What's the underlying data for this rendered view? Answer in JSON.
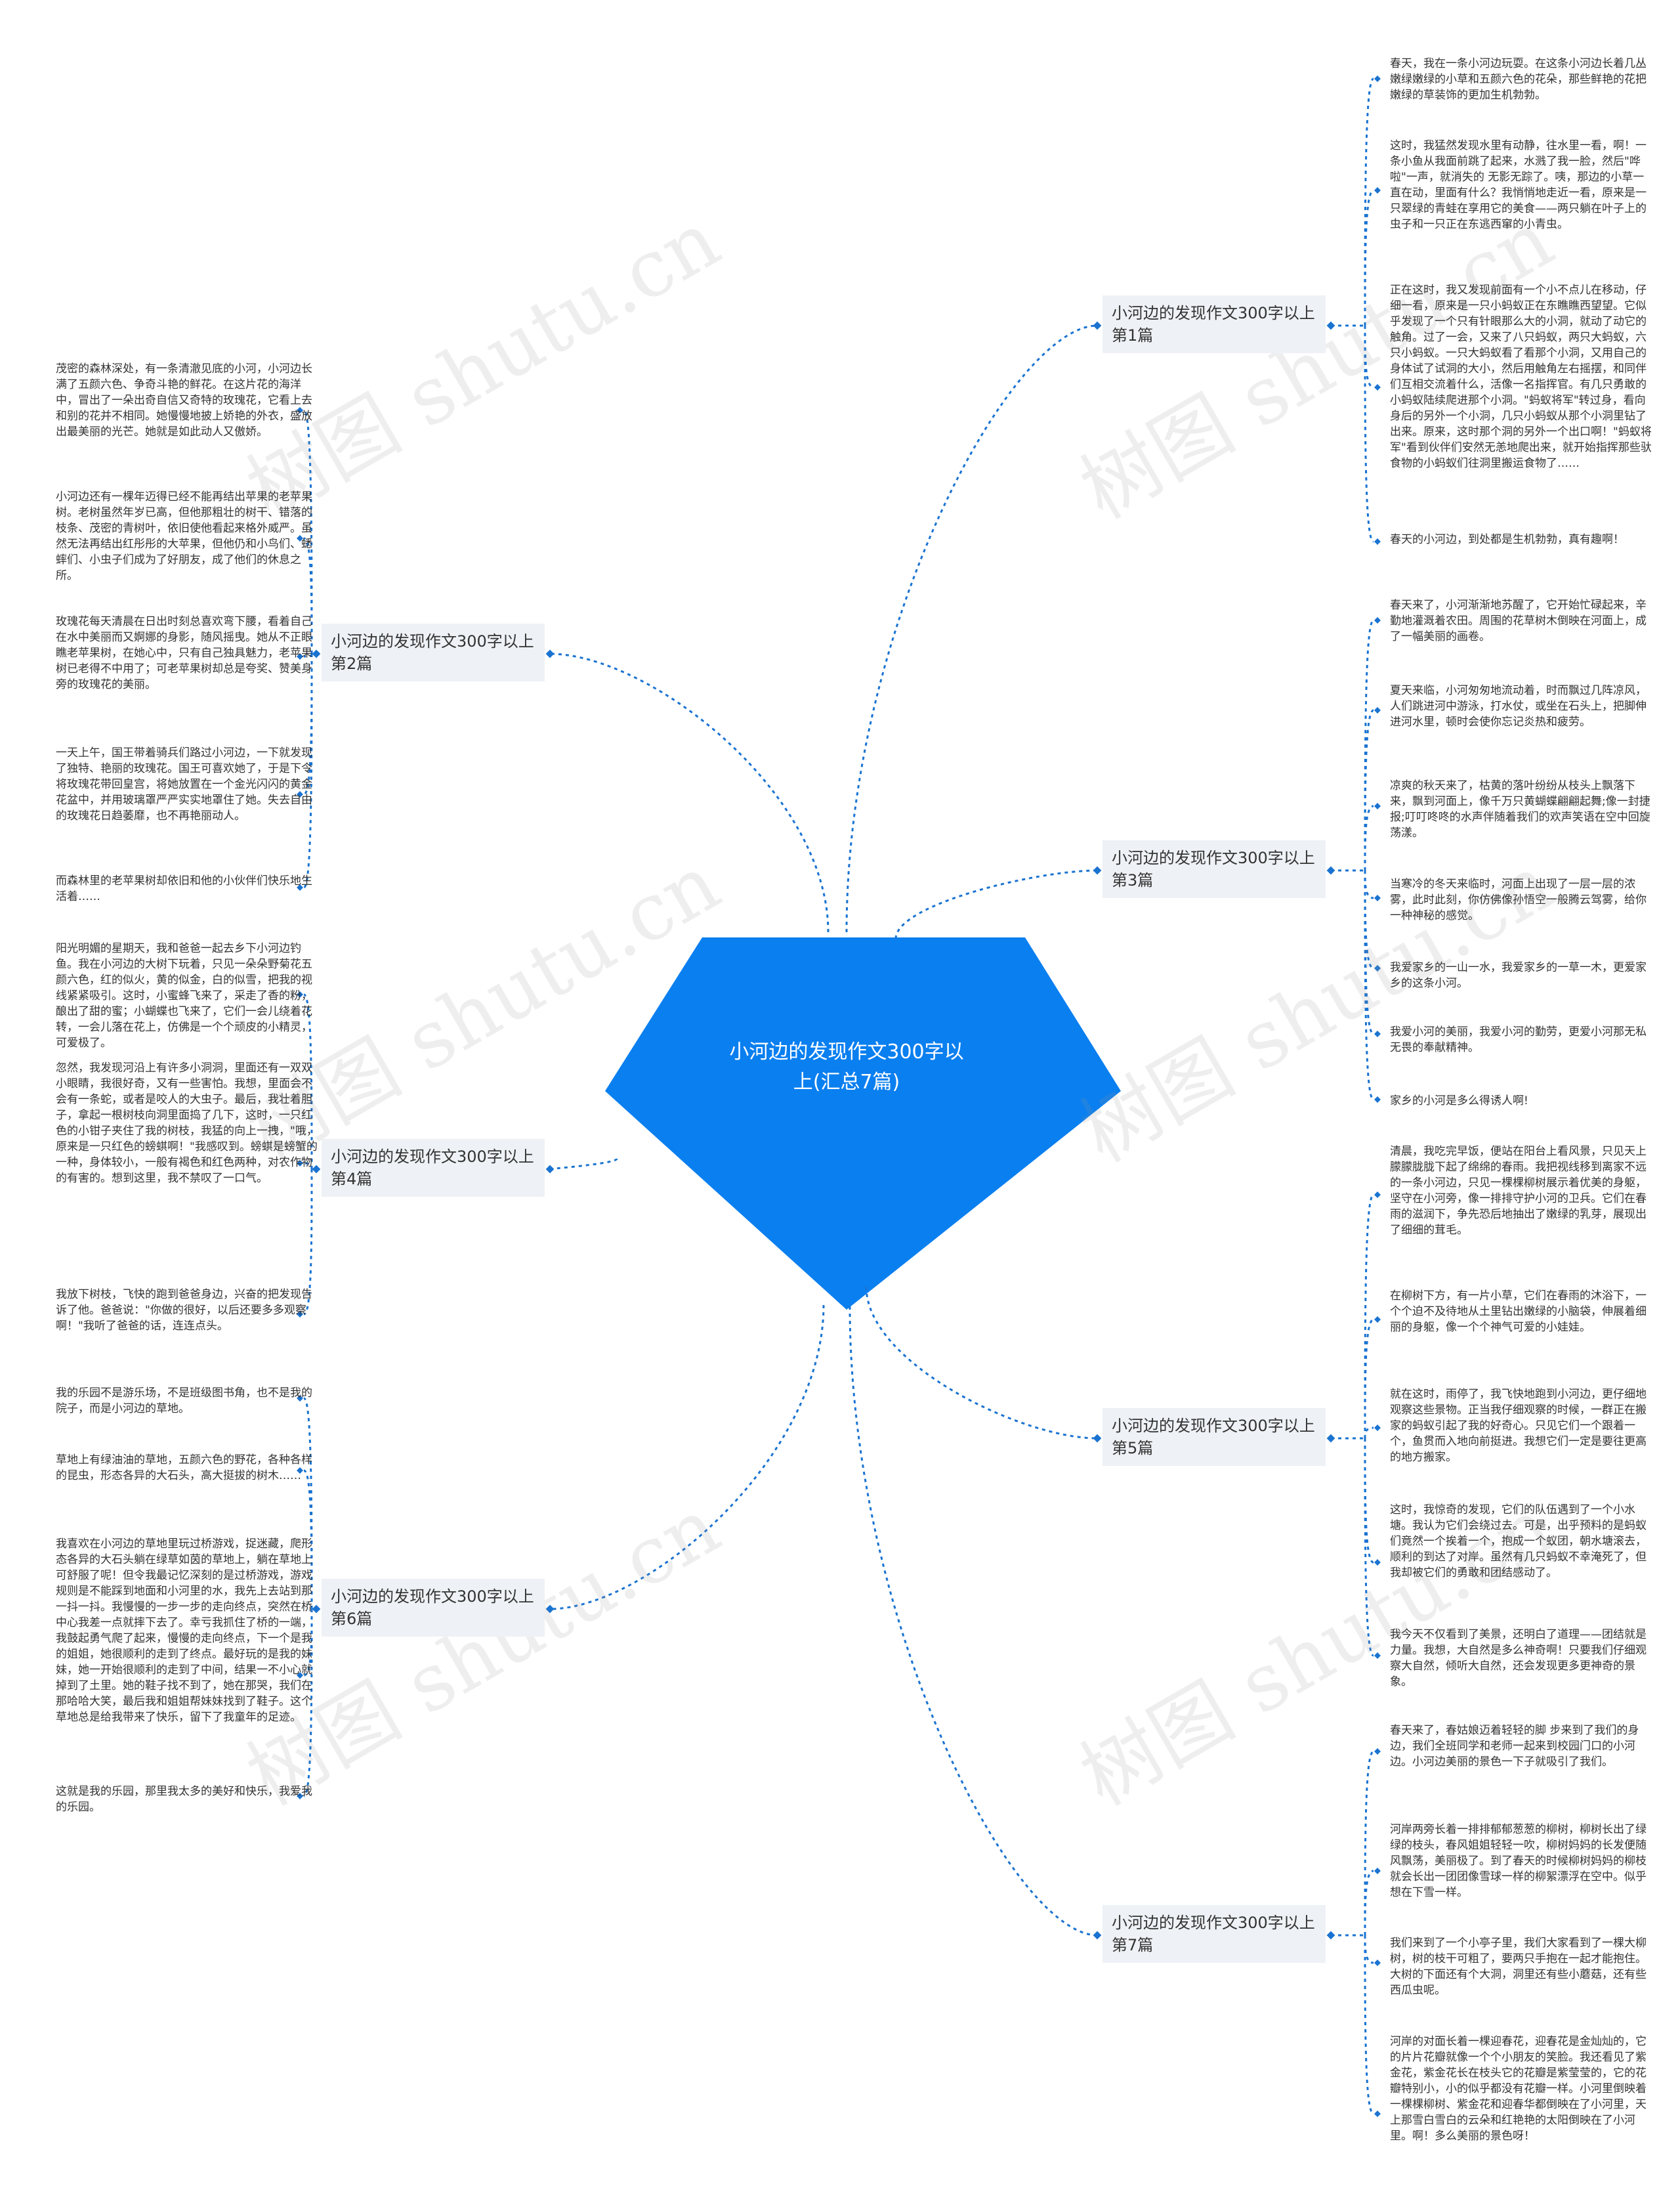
{
  "colors": {
    "center": "#0a7ff0",
    "link": "#1a73d1",
    "branch_bg": "#eef1f5"
  },
  "watermark": "树图 shutu.cn",
  "center": {
    "title": "小河边的发现作文300字以上(汇总7篇)"
  },
  "branches": [
    {
      "label": "小河边的发现作文300字以上 第1篇",
      "leaves": [
        "春天，我在一条小河边玩耍。在这条小河边长着几丛嫩绿嫩绿的小草和五颜六色的花朵，那些鲜艳的花把嫩绿的草装饰的更加生机勃勃。",
        "这时，我猛然发现水里有动静，往水里一看，啊！一条小鱼从我面前跳了起来，水溅了我一脸，然后\"哗啦\"一声，就消失的 无影无踪了。咦，那边的小草一直在动，里面有什么？我悄悄地走近一看，原来是一只翠绿的青蛙在享用它的美食——两只躺在叶子上的虫子和一只正在东逃西窜的小青虫。",
        "正在这时，我又发现前面有一个小不点儿在移动，仔细一看，原来是一只小蚂蚁正在东瞧瞧西望望。它似乎发现了一个只有针眼那么大的小洞，就动了动它的触角。过了一会，又来了八只蚂蚁，两只大蚂蚁，六只小蚂蚁。一只大蚂蚁看了看那个小洞，又用自己的身体试了试洞的大小，然后用触角左右摇摆，和同伴们互相交流着什么，活像一名指挥官。有几只勇敢的小蚂蚁陆续爬进那个小洞。\"蚂蚁将军\"转过身，看向身后的另外一个小洞，几只小蚂蚁从那个小洞里钻了出来。原来，这时那个洞的另外一个出口啊！\"蚂蚁将军\"看到伙伴们安然无恙地爬出来，就开始指挥那些驮食物的小蚂蚁们往洞里搬运食物了……",
        "春天的小河边，到处都是生机勃勃，真有趣啊！"
      ]
    },
    {
      "label": "小河边的发现作文300字以上 第2篇",
      "leaves": [
        "茂密的森林深处，有一条清澈见底的小河，小河边长满了五颜六色、争奇斗艳的鲜花。在这片花的海洋中，冒出了一朵出奇自信又奇特的玫瑰花，它看上去和别的花并不相同。她慢慢地披上娇艳的外衣，盛放出最美丽的光芒。她就是如此动人又傲娇。",
        "小河边还有一棵年迈得已经不能再结出苹果的老苹果树。老树虽然年岁已高，但他那粗壮的树干、错落的枝条、茂密的青树叶，依旧使他看起来格外威严。虽然无法再结出红彤彤的大苹果，但他仍和小鸟们、蟋蟀们、小虫子们成为了好朋友，成了他们的休息之所。",
        "玫瑰花每天清晨在日出时刻总喜欢弯下腰，看着自己在水中美丽而又婀娜的身影，随风摇曳。她从不正眼瞧老苹果树，在她心中，只有自己独具魅力，老苹果树已老得不中用了；可老苹果树却总是夸奖、赞美身旁的玫瑰花的美丽。",
        "一天上午，国王带着骑兵们路过小河边，一下就发现了独特、艳丽的玫瑰花。国王可喜欢她了，于是下令将玫瑰花带回皇宫，将她放置在一个金光闪闪的黄金花盆中，并用玻璃罩严严实实地罩住了她。失去自由的玫瑰花日趋萎靡，也不再艳丽动人。",
        "而森林里的老苹果树却依旧和他的小伙伴们快乐地生活着……"
      ]
    },
    {
      "label": "小河边的发现作文300字以上 第3篇",
      "leaves": [
        "春天来了，小河渐渐地苏醒了，它开始忙碌起来，辛勤地灌溉着农田。周围的花草树木倒映在河面上，成了一幅美丽的画卷。",
        "夏天来临，小河匆匆地流动着，时而飘过几阵凉风，人们跳进河中游泳，打水仗，或坐在石头上，把脚伸进河水里，顿时会使你忘记炎热和疲劳。",
        "凉爽的秋天来了，枯黄的落叶纷纷从枝头上飘落下来，飘到河面上，像千万只黄蝴蝶翩翩起舞;像一封捷报;叮叮咚咚的水声伴随着我们的欢声笑语在空中回旋荡漾。",
        "当寒冷的冬天来临时，河面上出现了一层一层的浓雾，此时此刻，你仿佛像孙悟空一般腾云驾雾，给你一种神秘的感觉。",
        "我爱家乡的一山一水，我爱家乡的一草一木，更爱家乡的这条小河。",
        "我爱小河的美丽，我爱小河的勤劳，更爱小河那无私无畏的奉献精神。",
        "家乡的小河是多么得诱人啊!"
      ]
    },
    {
      "label": "小河边的发现作文300字以上 第4篇",
      "leaves": [
        "阳光明媚的星期天，我和爸爸一起去乡下小河边钓鱼。我在小河边的大树下玩着，只见一朵朵野菊花五颜六色，红的似火，黄的似金，白的似雪，把我的视线紧紧吸引。这时，小蜜蜂飞来了，采走了香的粉，酿出了甜的蜜；小蝴蝶也飞来了，它们一会儿绕着花转，一会儿落在花上，仿佛是一个个顽皮的小精灵，可爱极了。",
        "忽然，我发现河沿上有许多小洞洞，里面还有一双双小眼睛，我很好奇，又有一些害怕。我想，里面会不会有一条蛇，或者是咬人的大虫子。最后，我壮着胆子，拿起一根树枝向洞里面捣了几下，这时，一只红色的小钳子夹住了我的树枝，我猛的向上一拽，\"哦，原来是一只红色的螃蜞啊！\"我感叹到。螃蜞是螃蟹的一种，身体较小，一般有褐色和红色两种，对农作物的有害的。想到这里，我不禁叹了一口气。",
        "我放下树枝，飞快的跑到爸爸身边，兴奋的把发现告诉了他。爸爸说：\"你做的很好，以后还要多多观察啊！\"我听了爸爸的话，连连点头。"
      ]
    },
    {
      "label": "小河边的发现作文300字以上 第5篇",
      "leaves": [
        "清晨，我吃完早饭，便站在阳台上看风景，只见天上朦朦胧胧下起了绵绵的春雨。我把视线移到离家不远的一条小河边，只见一棵棵柳树展示着优美的身躯，坚守在小河旁，像一排排守护小河的卫兵。它们在春雨的滋润下，争先恐后地抽出了嫩绿的乳芽，展现出了细细的茸毛。",
        "在柳树下方，有一片小草，它们在春雨的沐浴下，一个个迫不及待地从土里钻出嫩绿的小脑袋，伸展着细丽的身躯，像一个个神气可爱的小娃娃。",
        "就在这时，雨停了，我飞快地跑到小河边，更仔细地观察这些景物。正当我仔细观察的时候，一群正在搬家的蚂蚁引起了我的好奇心。只见它们一个跟着一个，鱼贯而入地向前挺进。我想它们一定是要往更高的地方搬家。",
        "这时，我惊奇的发现，它们的队伍遇到了一个小水塘。我认为它们会绕过去。可是，出乎预料的是蚂蚁们竟然一个挨着一个，抱成一个蚁团，朝水塘滚去，顺利的到达了对岸。虽然有几只蚂蚁不幸淹死了，但我却被它们的勇敢和团结感动了。",
        "我今天不仅看到了美景，还明白了道理——团结就是力量。我想，大自然是多么神奇啊！只要我们仔细观察大自然，倾听大自然，还会发现更多更神奇的景象。"
      ]
    },
    {
      "label": "小河边的发现作文300字以上 第6篇",
      "leaves": [
        "我的乐园不是游乐场，不是班级图书角，也不是我的院子，而是小河边的草地。",
        "草地上有绿油油的草地，五颜六色的野花，各种各样的昆虫，形态各异的大石头，高大挺拔的树木……",
        "我喜欢在小河边的草地里玩过桥游戏，捉迷藏，爬形态各异的大石头躺在绿草如茵的草地上，躺在草地上可舒服了呢！但令我最记忆深刻的是过桥游戏，游戏规则是不能踩到地面和小河里的水，我先上去站到那一抖一抖。我慢慢的一步一步的走向终点，突然在桥中心我差一点就摔下去了。幸亏我抓住了桥的一端，我鼓起勇气爬了起来，慢慢的走向终点，下一个是我的姐姐，她很顺利的走到了终点。最好玩的是我的妹妹，她一开始很顺利的走到了中间，结果一不小心就掉到了土里。她的鞋子找不到了，她在那哭，我们在那哈哈大笑，最后我和姐姐帮妹妹找到了鞋子。这个草地总是给我带来了快乐，留下了我童年的足迹。",
        "这就是我的乐园，那里我太多的美好和快乐，我爱我的乐园。"
      ]
    },
    {
      "label": "小河边的发现作文300字以上 第7篇",
      "leaves": [
        "春天来了，春姑娘迈着轻轻的脚 步来到了我们的身边，我们全班同学和老师一起来到校园门口的小河边。小河边美丽的景色一下子就吸引了我们。",
        "河岸两旁长着一排排郁郁葱葱的柳树，柳树长出了绿绿的枝头，春风姐姐轻轻一吹，柳树妈妈的长发便随风飘荡，美丽极了。到了春天的时候柳树妈妈的柳枝就会长出一团团像雪球一样的柳絮漂浮在空中。似乎想在下雪一样。",
        "我们来到了一个小亭子里，我们大家看到了一棵大柳树，树的枝干可粗了，要两只手抱在一起才能抱住。大树的下面还有个大洞，洞里还有些小蘑菇，还有些西瓜虫呢。",
        "河岸的对面长着一棵迎春花，迎春花是金灿灿的，它的片片花瓣就像一个个小朋友的笑脸。我还看见了紫金花，紫金花长在枝头它的花瓣是紫莹莹的，它的花瓣特别小，小的似乎都没有花瓣一样。小河里倒映着一棵棵柳树、紫金花和迎春华都倒映在了小河里，天上那雪白雪白的云朵和红艳艳的太阳倒映在了小河里。啊！多么美丽的景色呀！"
      ]
    }
  ]
}
